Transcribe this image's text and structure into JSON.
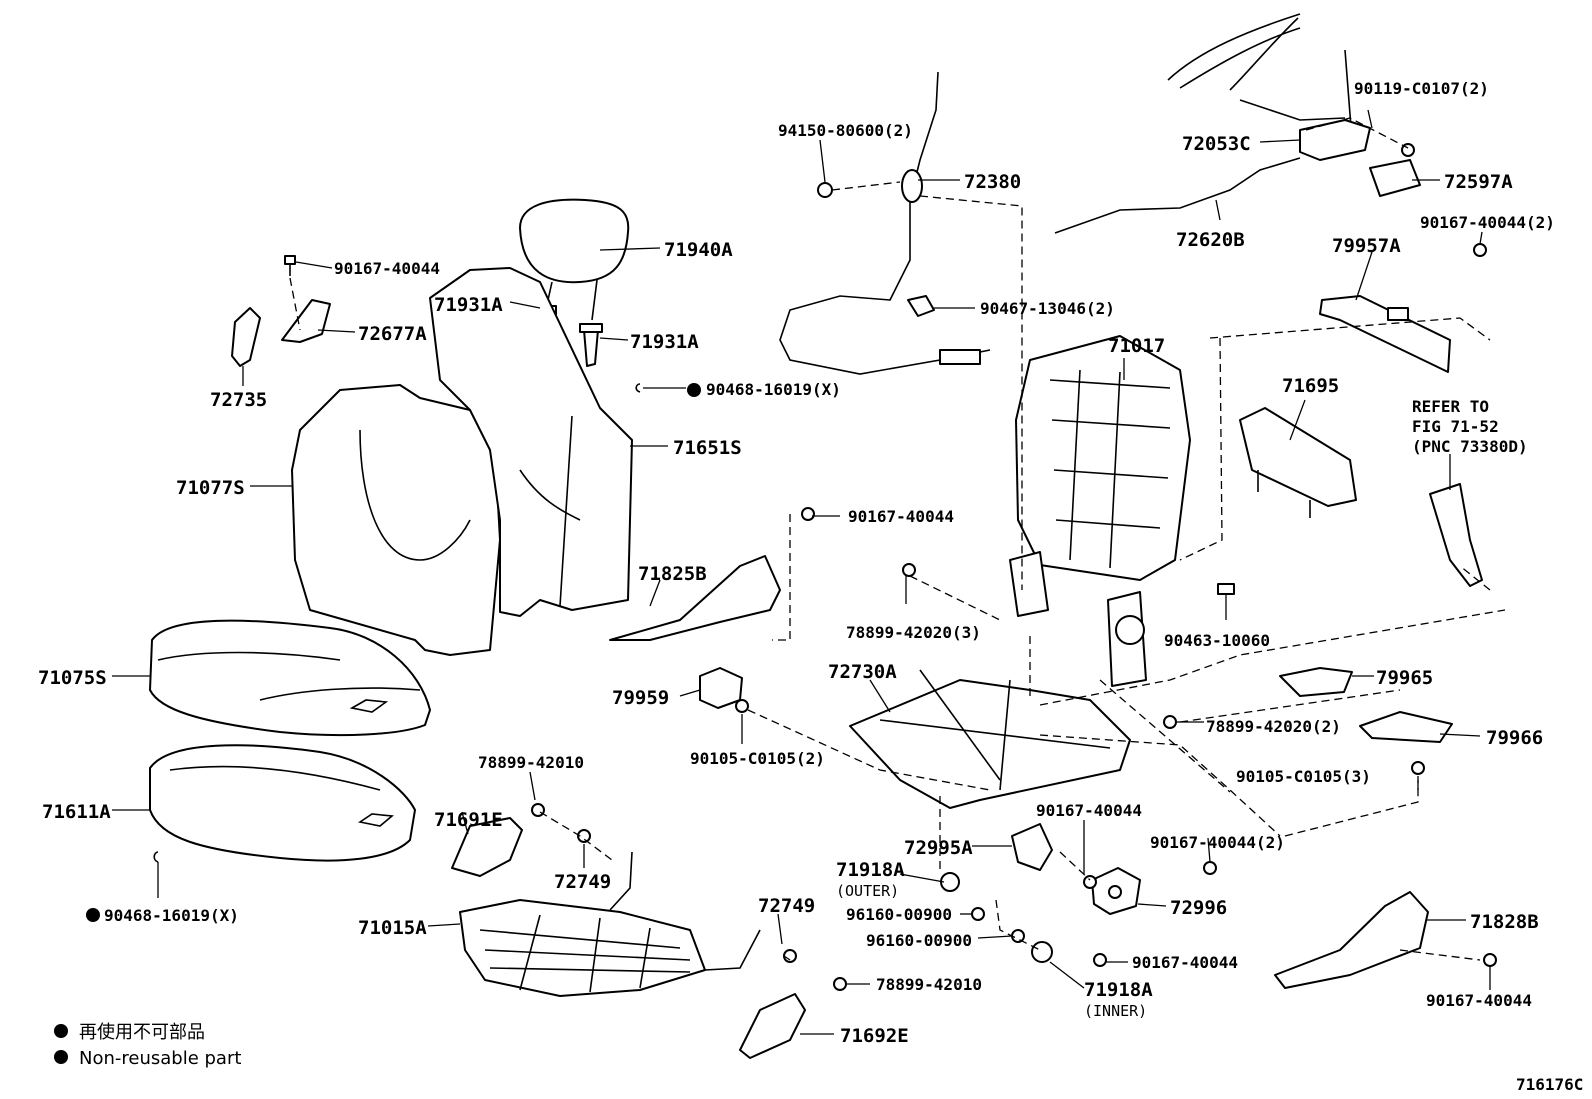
{
  "labels": {
    "p71940A": "71940A",
    "p71931A_1": "71931A",
    "p71931A_2": "71931A",
    "p90167_40044_a": "90167-40044",
    "p72677A": "72677A",
    "p72735": "72735",
    "p90468_16019_top": "90468-16019(X)",
    "p71651S": "71651S",
    "p71077S": "71077S",
    "p71075S": "71075S",
    "p71611A": "71611A",
    "p90468_16019_bottom": "90468-16019(X)",
    "p94150_80600": "94150-80600(2)",
    "p72380": "72380",
    "p90467_13046": "90467-13046(2)",
    "p90167_40044_b": "90167-40044",
    "p71825B": "71825B",
    "p79959": "79959",
    "p90105_C0105_2": "90105-C0105(2)",
    "p72730A": "72730A",
    "p78899_42010_a": "78899-42010",
    "p71691E": "71691E",
    "p72749_a": "72749",
    "p71015A": "71015A",
    "p72749_b": "72749",
    "p78899_42010_b": "78899-42010",
    "p71692E": "71692E",
    "p72053C": "72053C",
    "p90119_C0107": "90119-C0107(2)",
    "p72597A": "72597A",
    "p72620B": "72620B",
    "p90167_40044_2_top": "90167-40044(2)",
    "p79957A": "79957A",
    "p71017": "71017",
    "p71695": "71695",
    "p_refer_1": "REFER TO",
    "p_refer_2": "FIG 71-52",
    "p_refer_3": "(PNC 73380D)",
    "p78899_42020_3": "78899-42020(3)",
    "p90463_10060": "90463-10060",
    "p79965": "79965",
    "p78899_42020_2": "78899-42020(2)",
    "p79966": "79966",
    "p90105_C0105_3": "90105-C0105(3)",
    "p90167_40044_c": "90167-40044",
    "p90167_40044_2_mid": "90167-40044(2)",
    "p72995A": "72995A",
    "p71918A_outer": "71918A",
    "p_outer": "(OUTER)",
    "p96160_00900_a": "96160-00900",
    "p96160_00900_b": "96160-00900",
    "p72996": "72996",
    "p90167_40044_d": "90167-40044",
    "p71918A_inner": "71918A",
    "p_inner": "(INNER)",
    "p71828B": "71828B",
    "p90167_40044_e": "90167-40044"
  },
  "legend": {
    "line_jp": "再使用不可部品",
    "line_en": "Non-reusable part"
  },
  "figure_id": "716176C"
}
